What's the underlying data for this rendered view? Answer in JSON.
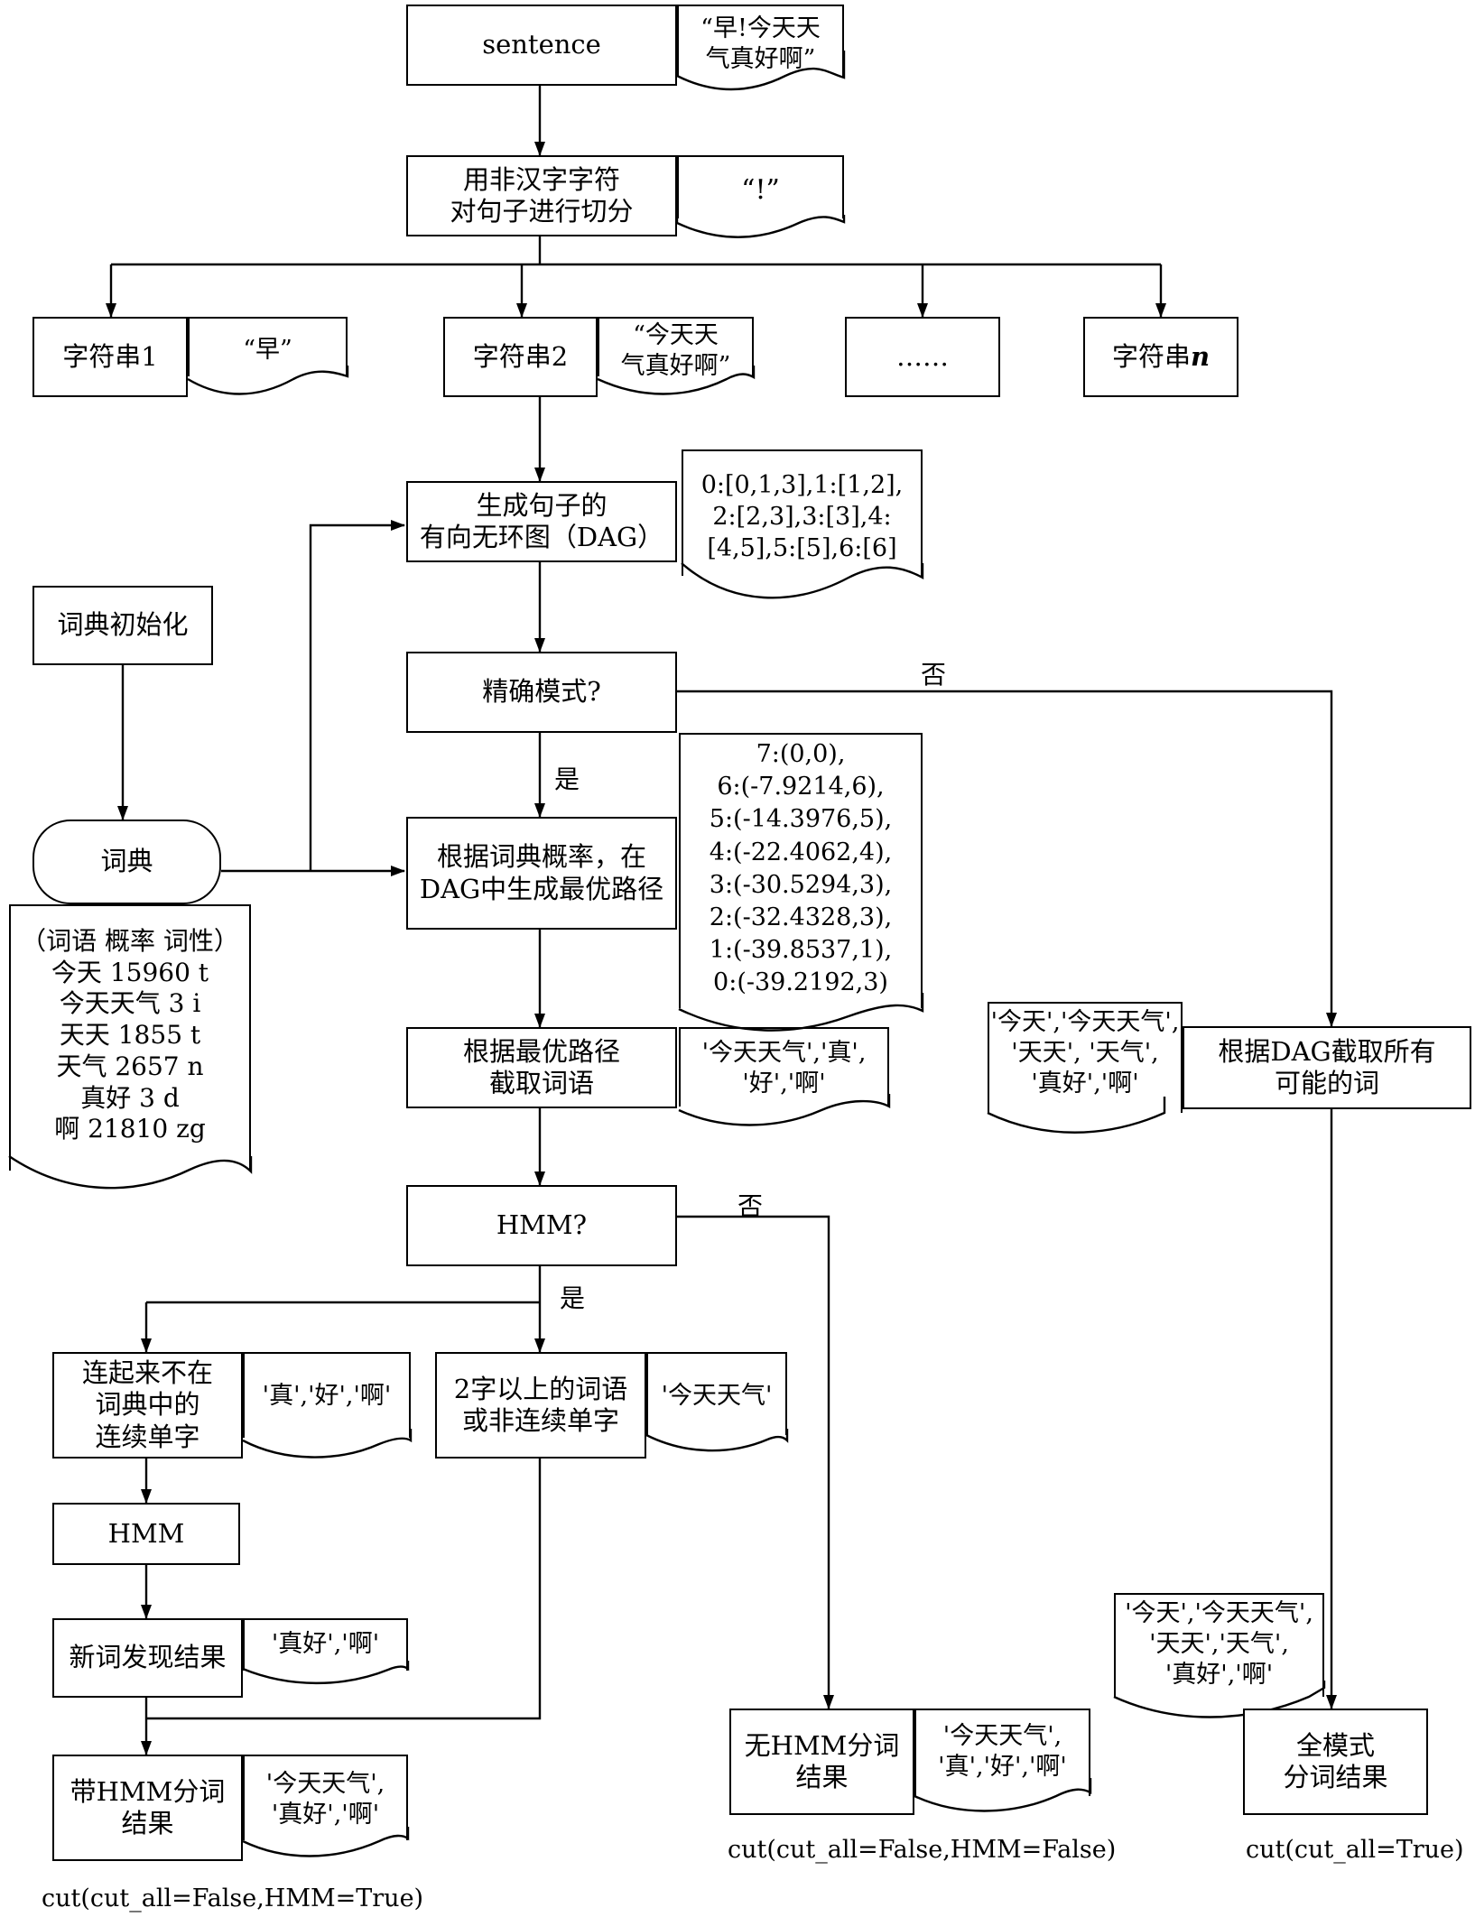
{
  "boxes": {
    "sentence": "sentence",
    "split": "用非汉字字符\n对句子进行切分",
    "str1": "字符串1",
    "str2": "字符串2",
    "ellipsis": "……",
    "strn_prefix": "字符串",
    "strn_var": "n",
    "dag": "生成句子的\n有向无环图（DAG）",
    "dict_init": "词典初始化",
    "dict": "词典",
    "exact_mode": "精确模式?",
    "best_path": "根据词典概率，在\nDAG中生成最优路径",
    "cut_words": "根据最优路径\n截取词语",
    "hmm_q": "HMM?",
    "consecutive": "连起来不在\n词典中的\n连续单字",
    "multi_char": "2字以上的词语\n或非连续单字",
    "hmm": "HMM",
    "new_words": "新词发现结果",
    "with_hmm": "带HMM分词\n结果",
    "no_hmm": "无HMM分词\n结果",
    "dag_all": "根据DAG截取所有\n可能的词",
    "full_mode": "全模式\n分词结果"
  },
  "notes": {
    "sentence": "“早!今天天\n气真好啊”",
    "split": "“!”",
    "str1": "“早”",
    "str2": "“今天天\n气真好啊”",
    "dag": "0:[0,1,3],1:[1,2],\n2:[2,3],3:[3],4:\n[4,5],5:[5],6:[6]",
    "dict": "（词语 概率 词性）\n今天 15960 t\n今天天气 3 i\n天天 1855 t\n天气 2657 n\n真好 3 d\n啊 21810 zg",
    "route": "7:(0,0),\n6:(-7.9214,6),\n5:(-14.3976,5),\n4:(-22.4062,4),\n3:(-30.5294,3),\n2:(-32.4328,3),\n1:(-39.8537,1),\n0:(-39.2192,3)",
    "cut_words": "'今天天气','真',\n'好','啊'",
    "dag_all": "'今天','今天天气',\n'天天', '天气',\n'真好','啊'",
    "consecutive": "'真','好','啊'",
    "multi_char": "'今天天气'",
    "new_words": "'真好','啊'",
    "with_hmm": "'今天天气',\n'真好','啊'",
    "no_hmm": "'今天天气',\n'真','好','啊'",
    "full_mode": "'今天','今天天气',\n'天天','天气',\n'真好','啊'"
  },
  "labels": {
    "exact_no": "否",
    "exact_yes": "是",
    "hmm_no": "否",
    "hmm_yes": "是"
  },
  "code": {
    "with_hmm": "cut(cut_all=False,HMM=True)",
    "no_hmm": "cut(cut_all=False,HMM=False)",
    "full": "cut(cut_all=True)"
  }
}
